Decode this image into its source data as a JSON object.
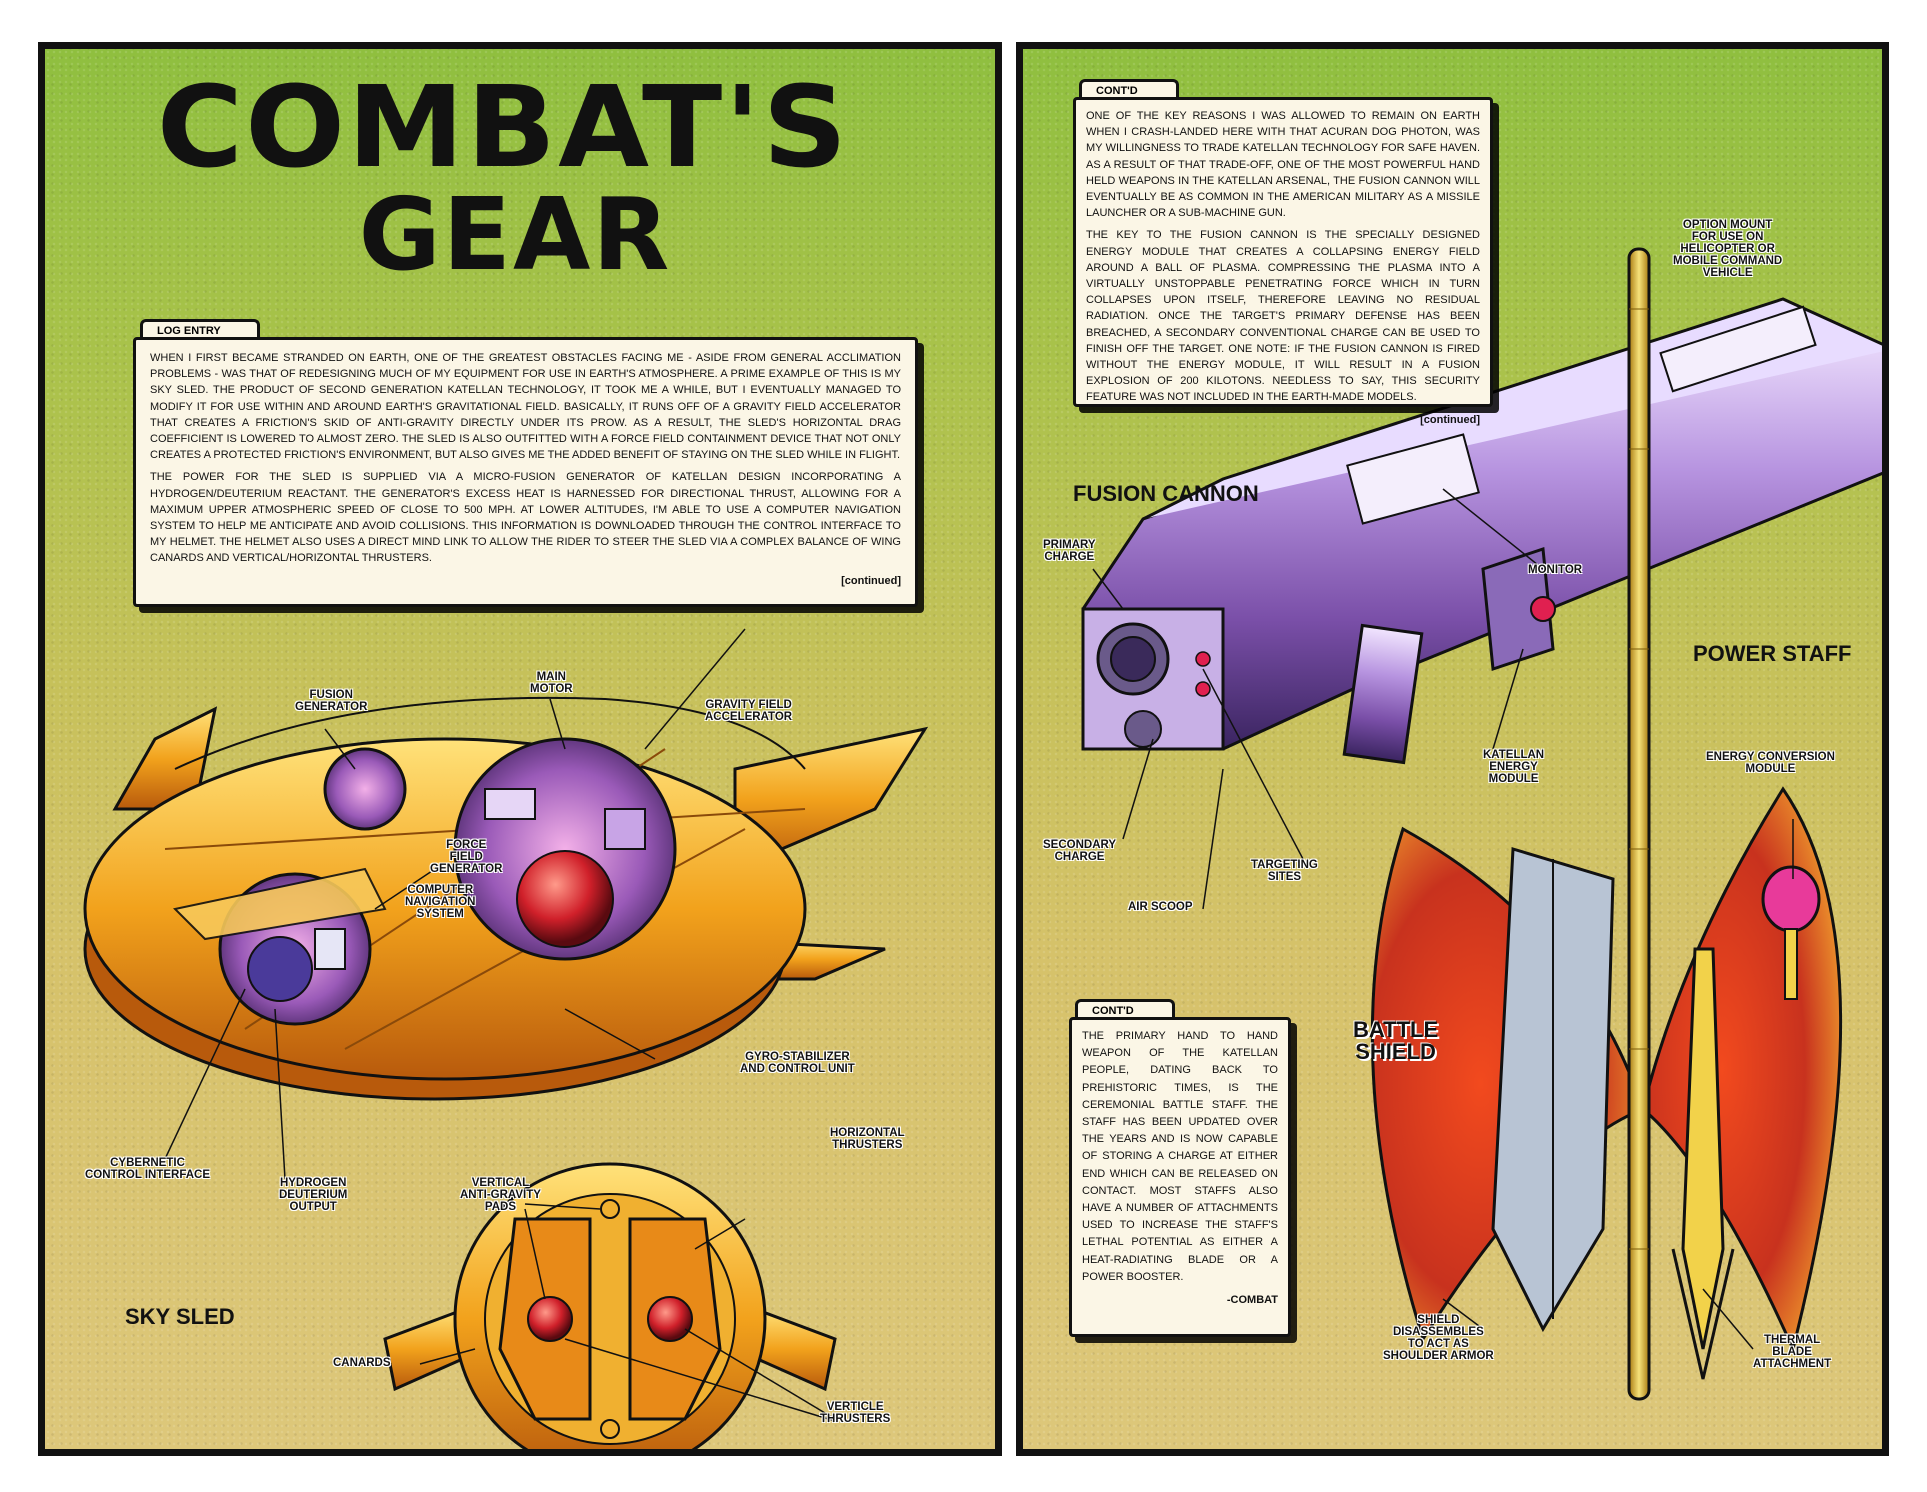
{
  "title": {
    "line1": "COMBAT'S",
    "line2": "GEAR"
  },
  "log_entry": {
    "tab": "LOG ENTRY",
    "paragraphs": [
      "WHEN I FIRST BECAME STRANDED ON EARTH, ONE OF THE GREATEST OBSTACLES FACING ME - ASIDE FROM GENERAL ACCLIMATION PROBLEMS - WAS THAT OF REDESIGNING MUCH OF MY EQUIPMENT FOR USE IN EARTH'S ATMOSPHERE. A PRIME EXAMPLE OF THIS IS MY SKY SLED. THE PRODUCT OF SECOND GENERATION KATELLAN TECHNOLOGY, IT TOOK ME A WHILE, BUT I EVENTUALLY MANAGED TO MODIFY IT FOR USE WITHIN AND AROUND EARTH'S GRAVITATIONAL FIELD. BASICALLY, IT RUNS OFF OF A GRAVITY FIELD ACCELERATOR THAT CREATES A FRICTION'S SKID OF ANTI-GRAVITY DIRECTLY UNDER ITS PROW. AS A RESULT, THE SLED'S HORIZONTAL DRAG COEFFICIENT IS LOWERED TO ALMOST ZERO. THE SLED IS ALSO OUTFITTED WITH A FORCE FIELD CONTAINMENT DEVICE THAT NOT ONLY CREATES A PROTECTED FRICTION'S ENVIRONMENT, BUT ALSO GIVES ME THE ADDED BENEFIT OF STAYING ON THE SLED WHILE IN FLIGHT.",
      "THE POWER FOR THE SLED IS SUPPLIED VIA A MICRO-FUSION GENERATOR OF KATELLAN DESIGN INCORPORATING A HYDROGEN/DEUTERIUM REACTANT. THE GENERATOR'S EXCESS HEAT IS HARNESSED FOR DIRECTIONAL THRUST, ALLOWING FOR A MAXIMUM UPPER ATMOSPHERIC SPEED OF CLOSE TO 500 mph. AT LOWER ALTITUDES, I'M ABLE TO USE A COMPUTER NAVIGATION SYSTEM TO HELP ME ANTICIPATE AND AVOID COLLISIONS. THIS INFORMATION IS DOWNLOADED THROUGH THE CONTROL INTERFACE TO MY HELMET. THE HELMET ALSO USES A DIRECT MIND LINK TO ALLOW THE RIDER TO STEER THE SLED VIA A COMPLEX BALANCE OF WING CANARDS AND VERTICAL/HORIZONTAL THRUSTERS."
    ],
    "continued": "[continued]"
  },
  "contd_top": {
    "tab": "CONT'D",
    "paragraphs": [
      "ONE OF THE KEY REASONS I WAS ALLOWED TO REMAIN ON EARTH WHEN I CRASH-LANDED HERE WITH THAT ACURAN DOG PHOTON, WAS MY WILLINGNESS TO TRADE KATELLAN TECHNOLOGY FOR SAFE HAVEN. AS A RESULT OF THAT TRADE-OFF, ONE OF THE MOST POWERFUL HAND HELD WEAPONS IN THE KATELLAN ARSENAL, THE FUSION CANNON WILL EVENTUALLY BE AS COMMON IN THE AMERICAN MILITARY AS A MISSILE LAUNCHER OR A SUB-MACHINE GUN.",
      "THE KEY TO THE FUSION CANNON IS THE SPECIALLY DESIGNED ENERGY MODULE THAT CREATES A COLLAPSING ENERGY FIELD AROUND A BALL OF PLASMA. COMPRESSING THE PLASMA INTO A VIRTUALLY UNSTOPPABLE PENETRATING FORCE WHICH IN TURN COLLAPSES UPON ITSELF, THEREFORE LEAVING NO RESIDUAL RADIATION. ONCE THE TARGET'S PRIMARY DEFENSE HAS BEEN BREACHED, A SECONDARY CONVENTIONAL CHARGE CAN BE USED TO FINISH OFF THE TARGET. ONE NOTE: IF THE FUSION CANNON IS FIRED WITHOUT THE ENERGY MODULE, IT WILL RESULT IN A FUSION EXPLOSION OF 200 KILOTONS. NEEDLESS TO SAY, THIS SECURITY FEATURE WAS NOT INCLUDED IN THE EARTH-MADE MODELS."
    ],
    "continued": "[continued]"
  },
  "contd_bottom": {
    "tab": "CONT'D",
    "text": "THE PRIMARY HAND TO HAND WEAPON OF THE KATELLAN PEOPLE, DATING BACK TO PREHISTORIC TIMES, IS THE CEREMONIAL BATTLE STAFF. THE STAFF HAS BEEN UPDATED OVER THE YEARS AND IS NOW CAPABLE OF STORING A CHARGE AT EITHER END WHICH CAN BE RELEASED ON CONTACT. MOST STAFFS ALSO HAVE A NUMBER OF ATTACHMENTS USED TO INCREASE THE STAFF'S LETHAL POTENTIAL AS EITHER A HEAT-RADIATING BLADE OR A POWER BOOSTER.",
    "signature": "-COMBAT"
  },
  "headings": {
    "sky_sled": "SKY SLED",
    "fusion_cannon": "FUSION CANNON",
    "power_staff": "POWER STAFF",
    "battle_shield": "BATTLE\nSHIELD"
  },
  "labels": {
    "fusion_generator": "FUSION\nGENERATOR",
    "main_motor": "MAIN\nMOTOR",
    "gravity_field_accelerator": "GRAVITY FIELD\nACCELERATOR",
    "force_field_generator": "FORCE\nFIELD\nGENERATOR",
    "computer_navigation_system": "COMPUTER\nNAVIGATION\nSYSTEM",
    "gyro_stabilizer": "GYRO-STABILIZER\nAND CONTROL UNIT",
    "cybernetic_control_interface": "CYBERNETIC\nCONTROL INTERFACE",
    "hydrogen_deuterium_output": "HYDROGEN\nDEUTERIUM\nOUTPUT",
    "horizontal_thrusters": "HORIZONTAL\nTHRUSTERS",
    "vertical_anti_gravity_pads": "VERTICAL\nANTI-GRAVITY\nPADS",
    "canards": "CANARDS",
    "verticle_thrusters": "VERTICLE\nTHRUSTERS",
    "option_mount": "OPTION MOUNT\nFOR USE ON\nHELICOPTER OR\nMOBILE COMMAND\nVEHICLE",
    "primary_charge": "PRIMARY\nCHARGE",
    "monitor": "MONITOR",
    "katellan_energy_module": "KATELLAN\nENERGY\nMODULE",
    "secondary_charge": "SECONDARY\nCHARGE",
    "targeting_sites": "TARGETING\nSITES",
    "air_scoop": "AIR SCOOP",
    "energy_conversion_module": "ENERGY CONVERSION\nMODULE",
    "shield_disassembles": "SHIELD\nDISASSEMBLES\nTO ACT AS\nSHOULDER ARMOR",
    "thermal_blade_attachment": "THERMAL\nBLADE\nATTACHMENT"
  },
  "colors": {
    "panel_green": "#8fbf3f",
    "panel_tan": "#ddc77a",
    "box_fill": "#fbf6e6",
    "sled_orange": "#f2a21c",
    "cannon_purple": "#9b6fc8",
    "shield_red": "#c8321e",
    "outline": "#111111"
  }
}
